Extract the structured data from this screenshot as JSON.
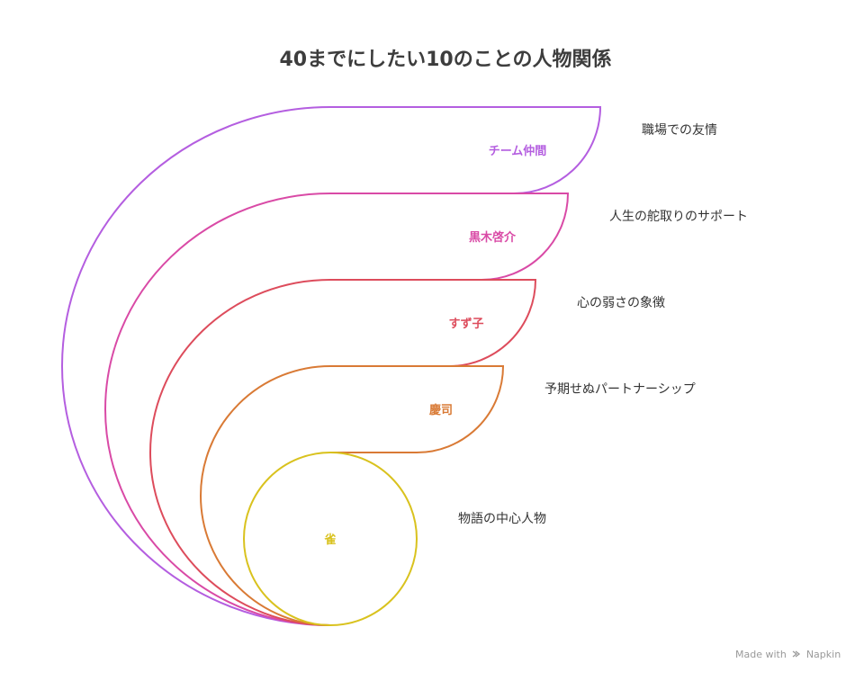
{
  "title": "40までにしたい10のことの人物関係",
  "layers": [
    {
      "label": "チーム仲間",
      "description": "職場での友情",
      "color": "#b45ee0"
    },
    {
      "label": "黒木啓介",
      "description": "人生の舵取りのサポート",
      "color": "#d94aa6"
    },
    {
      "label": "すず子",
      "description": "心の弱さの象徴",
      "color": "#dd4c5c"
    },
    {
      "label": "慶司",
      "description": "予期せぬパートナーシップ",
      "color": "#d97a35"
    },
    {
      "label": "雀",
      "description": "物語の中心人物",
      "color": "#d9c21e"
    }
  ],
  "watermark": {
    "prefix": "Made with",
    "brand": "Napkin"
  }
}
